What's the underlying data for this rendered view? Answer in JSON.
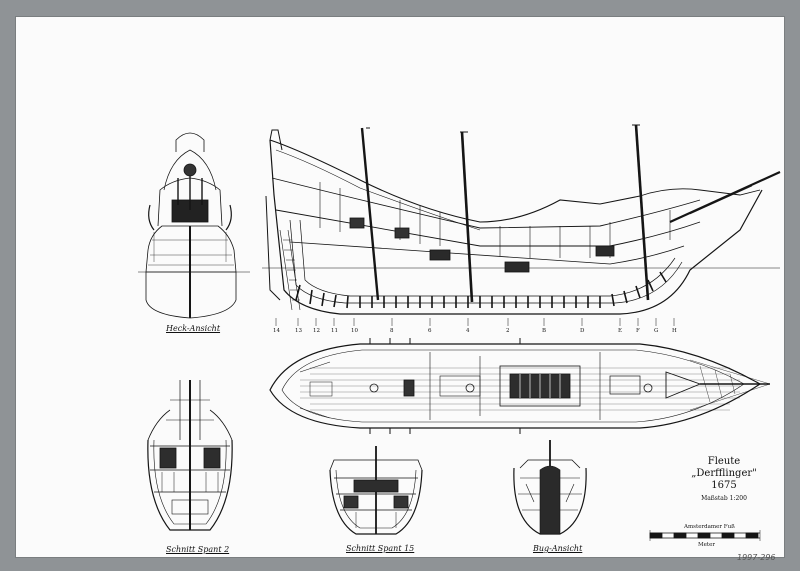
{
  "views": {
    "stern": "Heck-Ansicht",
    "section2": "Schnitt Spant 2",
    "section15": "Schnitt Spant 15",
    "bow": "Bug-Ansicht"
  },
  "title": {
    "line1": "Fleute",
    "line2": "„Derfflinger\"",
    "line3": "1675",
    "scale": "Maßstab 1:200"
  },
  "scale_bar": {
    "unit_top": "Amsterdamer Fuß",
    "unit_bottom": "Meter"
  },
  "frame_marks": [
    "14",
    "13",
    "12",
    "11",
    "10",
    "8",
    "6",
    "4",
    "2",
    "B",
    "D",
    "E",
    "F",
    "G",
    "H"
  ],
  "pencil_note": "1997-296",
  "colors": {
    "paper": "#fbfbfb",
    "mat": "#8f9396",
    "ink": "#151515"
  }
}
